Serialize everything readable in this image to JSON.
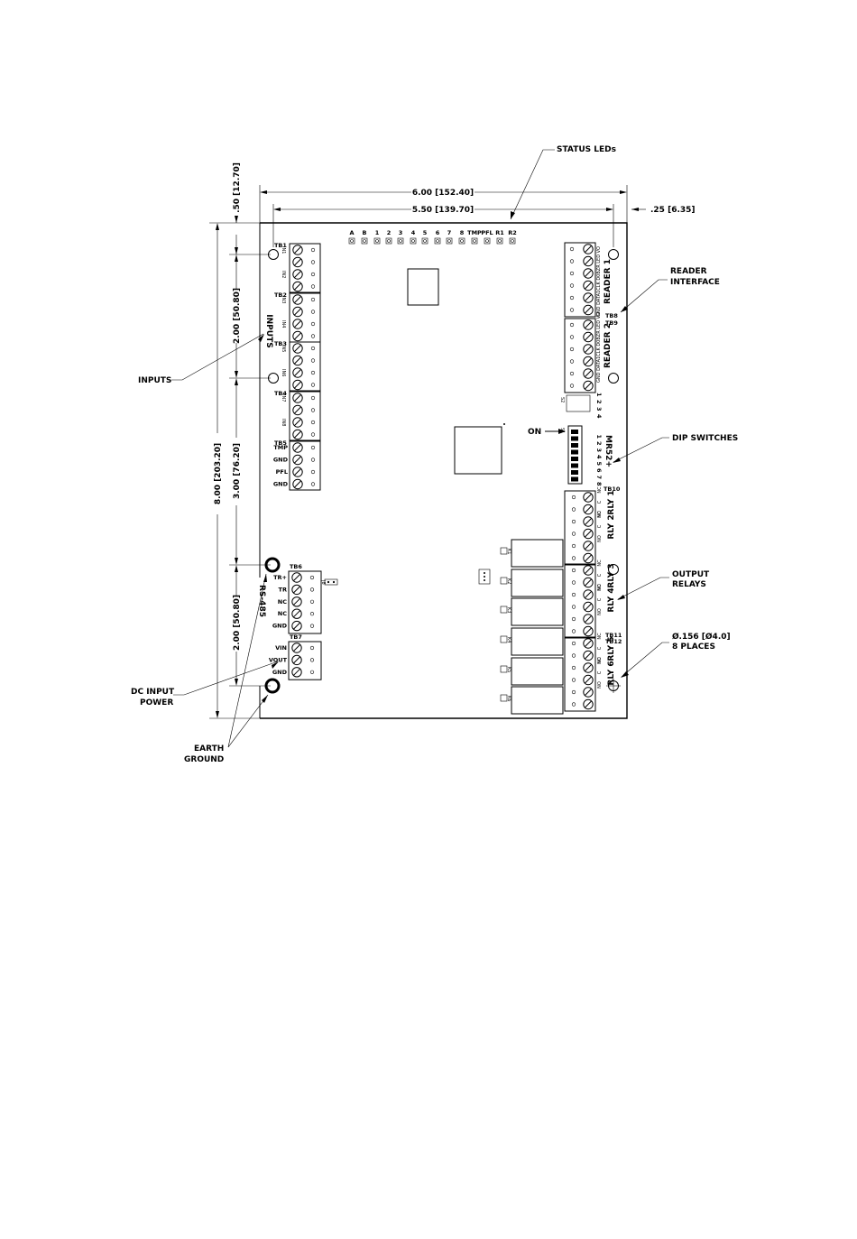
{
  "callouts": {
    "status_leds": "STATUS LEDs",
    "reader_interface": [
      "READER",
      "INTERFACE"
    ],
    "inputs": "INPUTS",
    "dip_switches": "DIP SWITCHES",
    "output_relays": [
      "OUTPUT",
      "RELAYS"
    ],
    "mount_holes": [
      "Ø.156 [Ø4.0]",
      "8 PLACES"
    ],
    "dc_input_power": [
      "DC INPUT",
      "POWER"
    ],
    "earth_ground": [
      "EARTH",
      "GROUND"
    ]
  },
  "dimensions": {
    "width_total": "6.00 [152.40]",
    "width_holes": "5.50 [139.70]",
    "right_offset": ".25 [6.35]",
    "top_offset": ".50 [12.70]",
    "height_total": "8.00 [203.20]",
    "seg_top": "2.00 [50.80]",
    "seg_mid": "3.00 [76.20]",
    "seg_bottom": "2.00 [50.80]"
  },
  "board": {
    "leds": [
      "A",
      "B",
      "1",
      "2",
      "3",
      "4",
      "5",
      "6",
      "7",
      "8",
      "TMP",
      "PFL",
      "R1",
      "R2"
    ],
    "inputs_title": "INPUTS",
    "input_blocks": [
      {
        "tb": "TB1",
        "pins": [
          "IN1",
          "",
          "IN2",
          ""
        ]
      },
      {
        "tb": "TB2",
        "pins": [
          "IN3",
          "",
          "IN4",
          ""
        ]
      },
      {
        "tb": "TB3",
        "pins": [
          "IN5",
          "",
          "IN6",
          ""
        ]
      },
      {
        "tb": "TB4",
        "pins": [
          "IN7",
          "",
          "IN8",
          ""
        ]
      },
      {
        "tb": "TB5",
        "pins": [
          "TMP",
          "GND",
          "PFL",
          "GND"
        ]
      }
    ],
    "tb6": {
      "tb": "TB6",
      "pins": [
        "TR+",
        "TR",
        "NC",
        "NC",
        "GND"
      ],
      "label": "RS-485"
    },
    "tb7": {
      "tb": "TB7",
      "pins": [
        "VIN",
        "VOUT",
        "GND"
      ]
    },
    "jumper_label": "J8",
    "reader1": {
      "label": "READER 1",
      "pins": "GND DATA1CLK D0BZR LED VO"
    },
    "reader2": {
      "label": "READER 2",
      "pins": "GND DATA1CLK D0BZR LED VO"
    },
    "reader_tb": [
      "TB8",
      "TB9"
    ],
    "model": "MR52+",
    "on_label": "ON",
    "dip_numbers": [
      "8",
      "7",
      "6",
      "5",
      "4",
      "3",
      "2",
      "1"
    ],
    "s2_numbers": [
      "4",
      "3",
      "2",
      "1"
    ],
    "s1_label": "S1",
    "s2_label": "S2",
    "relays": [
      {
        "label": "RLY 1",
        "k": "K1"
      },
      {
        "label": "RLY 2",
        "k": "K2"
      },
      {
        "label": "RLY 3",
        "k": "K3"
      },
      {
        "label": "RLY 4",
        "k": "K4"
      },
      {
        "label": "RLY 5",
        "k": "K5"
      },
      {
        "label": "RLY 6",
        "k": "K6"
      }
    ],
    "relay_pins": [
      "NO",
      "C",
      "NC"
    ],
    "relay_tb": [
      "TB10",
      "TB11",
      "TB12"
    ]
  }
}
